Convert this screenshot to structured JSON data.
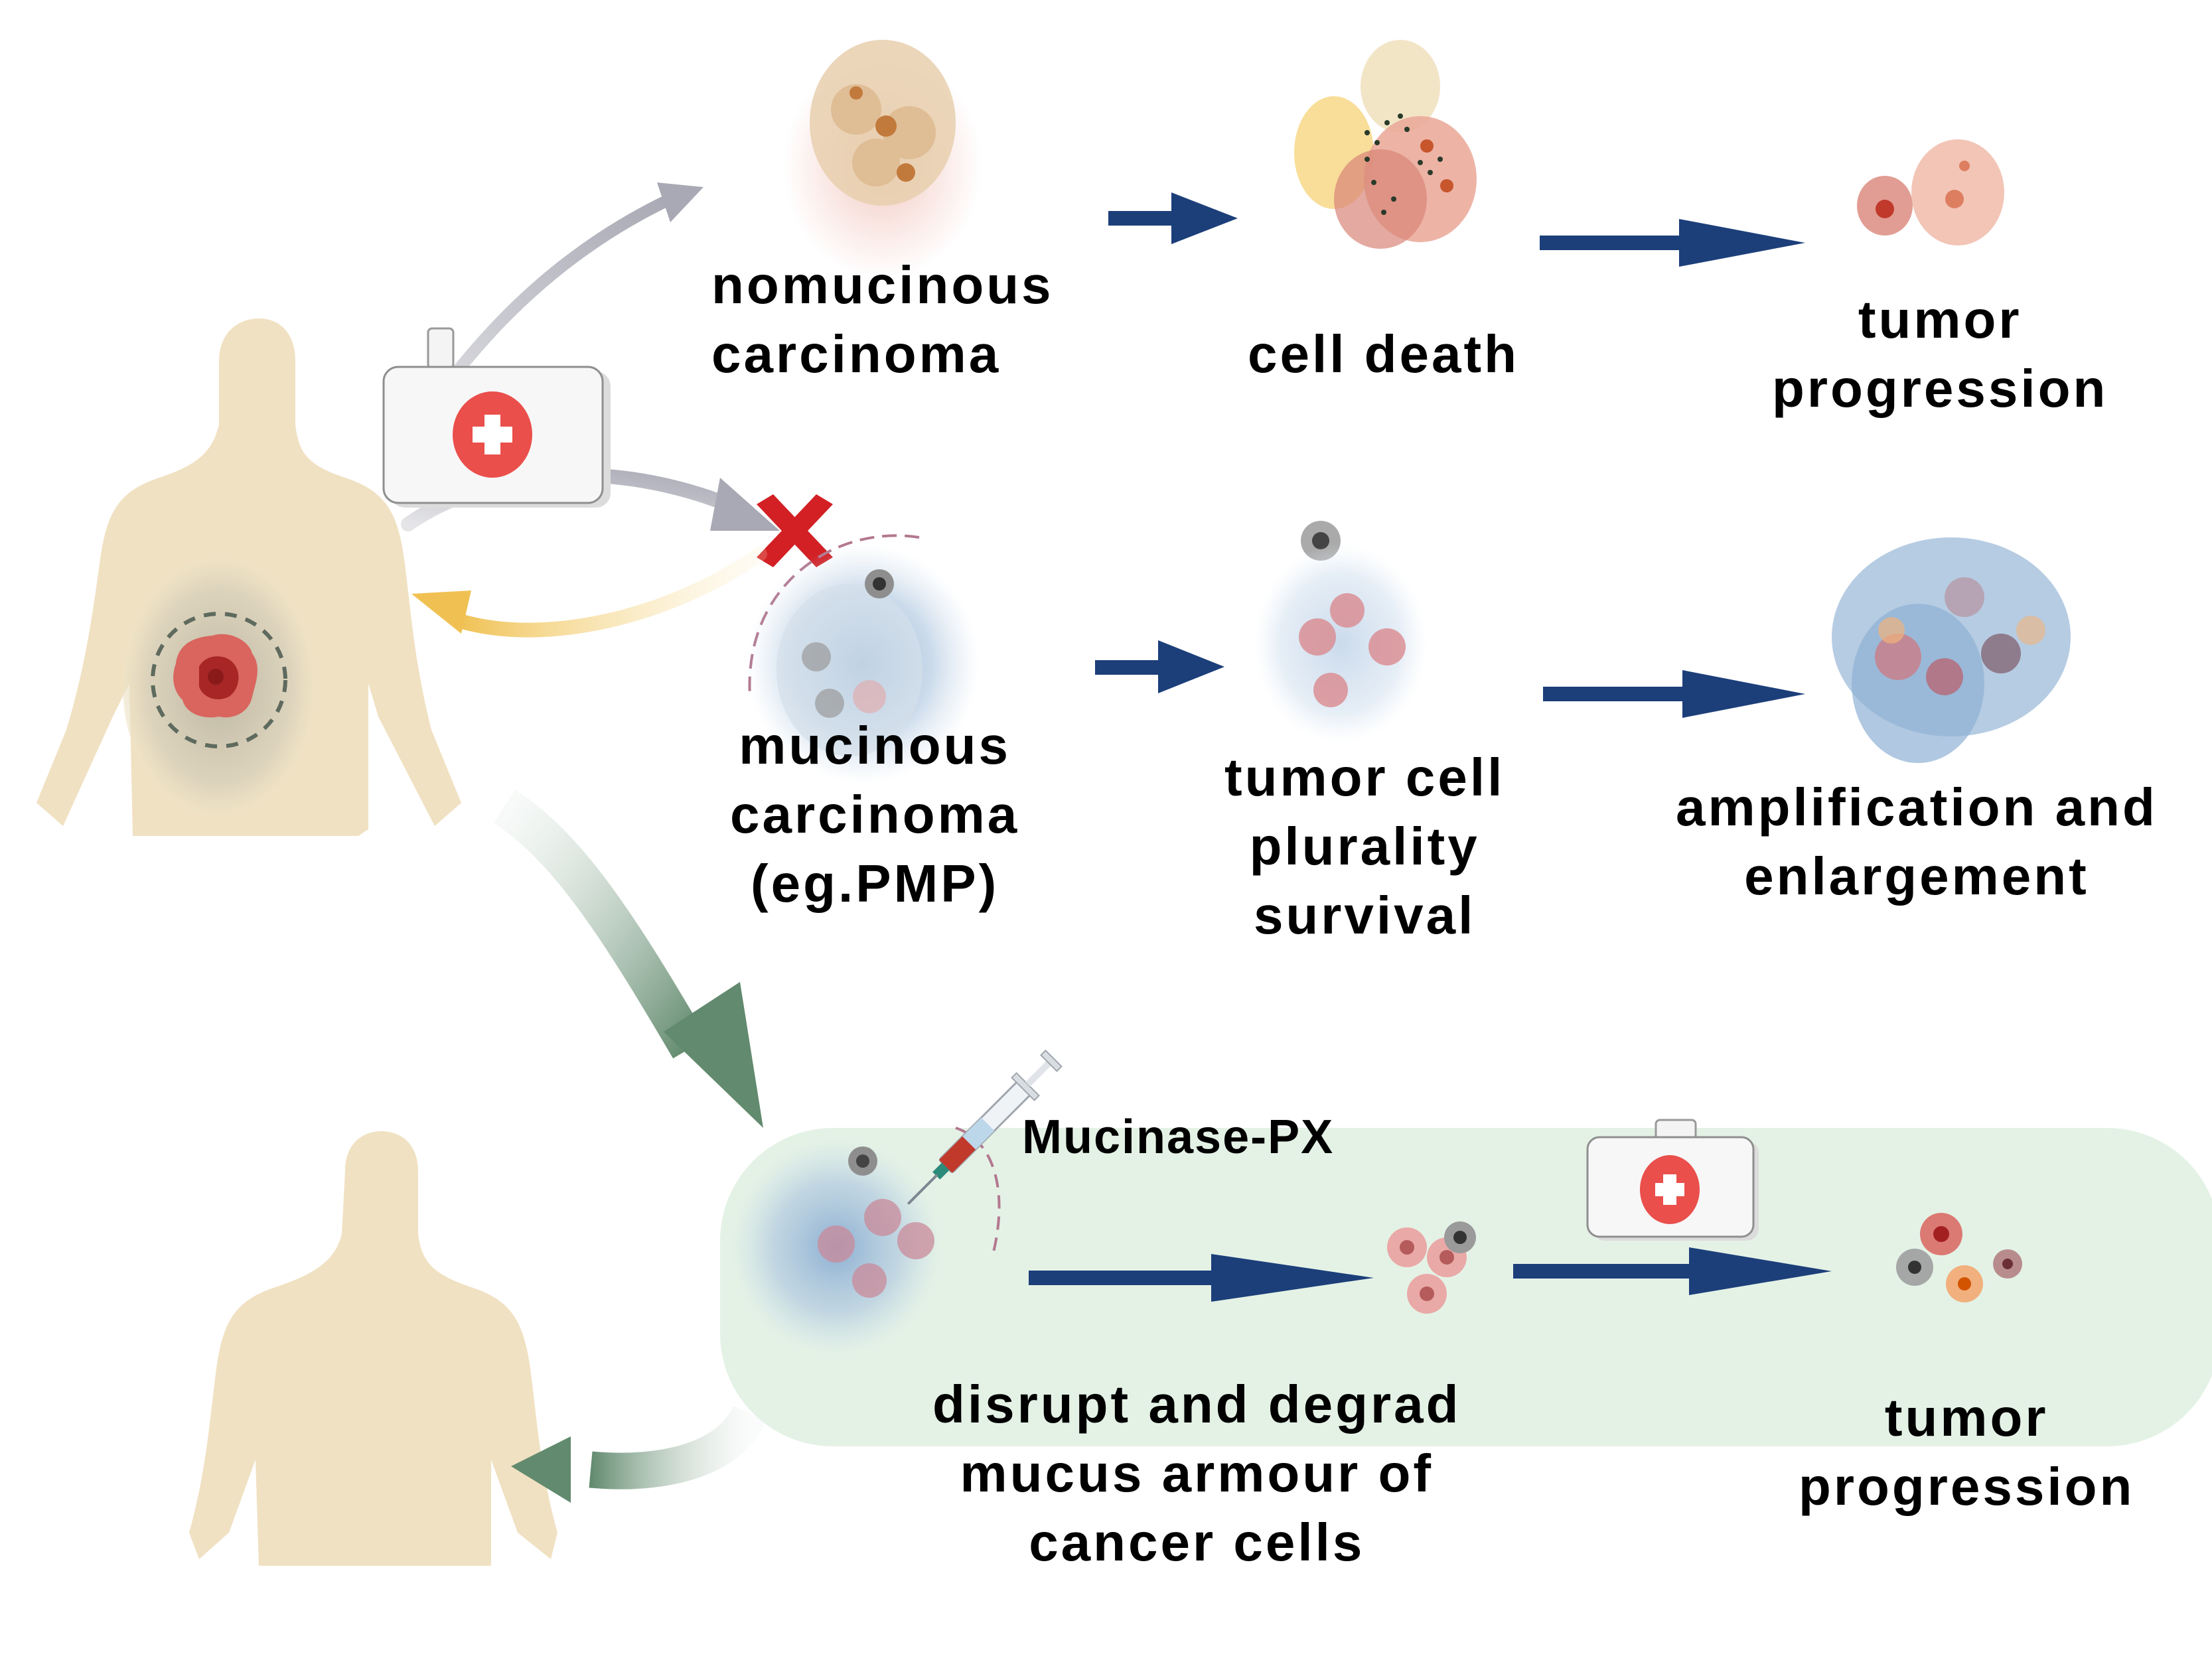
{
  "diagram": {
    "title": "Mucinase-PX treatment of mucinous vs nonmucinous carcinoma",
    "colors": {
      "body_silhouette": "#f0e1c2",
      "flow_arrow": "#1c3f7a",
      "gray_arrow": "#a8a9b4",
      "yellow_arrow": "#f0c152",
      "green_arrow": "#628a6e",
      "green_panel": "#e4f2e6",
      "red_cross": "#d22024",
      "medkit_red": "#ea4f4b",
      "mucus_blue": "#a9c3de",
      "tumor_red": "#d9655e"
    },
    "row1": {
      "stage1": {
        "lines": [
          "nomucinous",
          "carcinoma"
        ]
      },
      "stage2": {
        "lines": [
          "cell death"
        ]
      },
      "stage3": {
        "lines": [
          "tumor",
          "progression"
        ]
      }
    },
    "row2": {
      "stage1": {
        "lines": [
          "mucinous",
          "carcinoma",
          "(eg.PMP)"
        ]
      },
      "stage2": {
        "lines": [
          "tumor cell",
          "plurality",
          "survival"
        ]
      },
      "stage3": {
        "lines": [
          "amplification and",
          "enlargement"
        ]
      }
    },
    "row3": {
      "drug_label": "Mucinase-PX",
      "stage1": {
        "lines": [
          "disrupt and degrad",
          "mucus armour of",
          "cancer cells"
        ]
      },
      "stage2": {
        "lines": [
          "tumor",
          "progression"
        ]
      }
    },
    "icons": {
      "patient_top": "human-body-with-tumor-icon",
      "patient_bottom": "human-body-icon",
      "medkit": "first-aid-kit-icon",
      "blocked": "red-x-icon",
      "syringe": "syringe-icon"
    }
  }
}
